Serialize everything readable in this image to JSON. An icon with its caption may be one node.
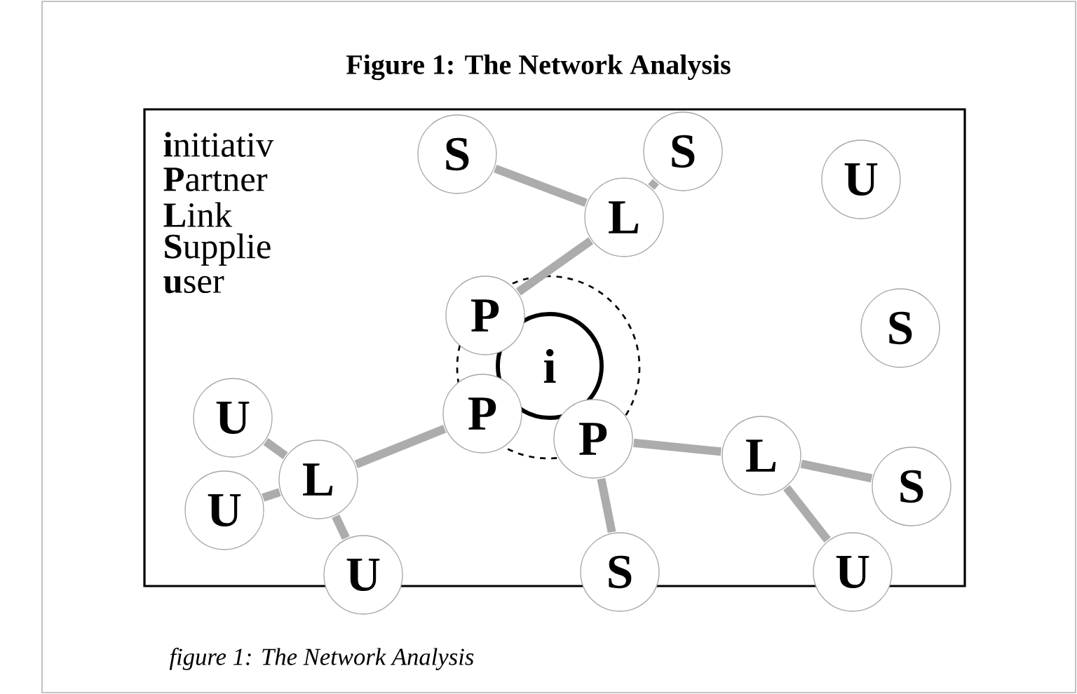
{
  "diagram": {
    "title": "Figure 1: The Network Analysis",
    "caption": "figure 1: The Network Analysis",
    "nodes": [
      {
        "text": [
          "S"
        ]
      },
      {
        "text": [
          "S"
        ]
      },
      {
        "text": [
          "L"
        ]
      },
      {
        "text": [
          "U"
        ]
      },
      {
        "text": [
          "P"
        ]
      },
      {
        "text": [
          "i"
        ]
      },
      {
        "text": [
          "S"
        ]
      },
      {
        "text": [
          "U"
        ]
      },
      {
        "text": [
          "P"
        ]
      },
      {
        "text": [
          "P"
        ]
      },
      {
        "text": [
          "L"
        ]
      },
      {
        "text": [
          "L"
        ]
      },
      {
        "text": [
          "U"
        ]
      },
      {
        "text": [
          "S"
        ]
      },
      {
        "text": [
          "S"
        ]
      },
      {
        "text": [
          "U"
        ]
      },
      {
        "text": [
          "U"
        ]
      }
    ],
    "edges": [
      {
        "from": 0,
        "to": 2,
        "arrow": "none"
      },
      {
        "from": 1,
        "to": 2,
        "arrow": "none"
      },
      {
        "from": 2,
        "to": 4,
        "arrow": "none"
      },
      {
        "from": 7,
        "to": 10,
        "arrow": "none"
      },
      {
        "from": 12,
        "to": 10,
        "arrow": "none"
      },
      {
        "from": 15,
        "to": 10,
        "arrow": "none"
      },
      {
        "from": 10,
        "to": 8,
        "arrow": "none"
      },
      {
        "from": 9,
        "to": 11,
        "arrow": "none"
      },
      {
        "from": 11,
        "to": 13,
        "arrow": "none"
      },
      {
        "from": 11,
        "to": 16,
        "arrow": "none"
      },
      {
        "from": 9,
        "to": 14,
        "arrow": "none"
      }
    ],
    "labels": [
      "**i**nitiativ",
      "**P**artner",
      "**L**ink",
      "**S**upplie",
      "**u**ser"
    ]
  }
}
